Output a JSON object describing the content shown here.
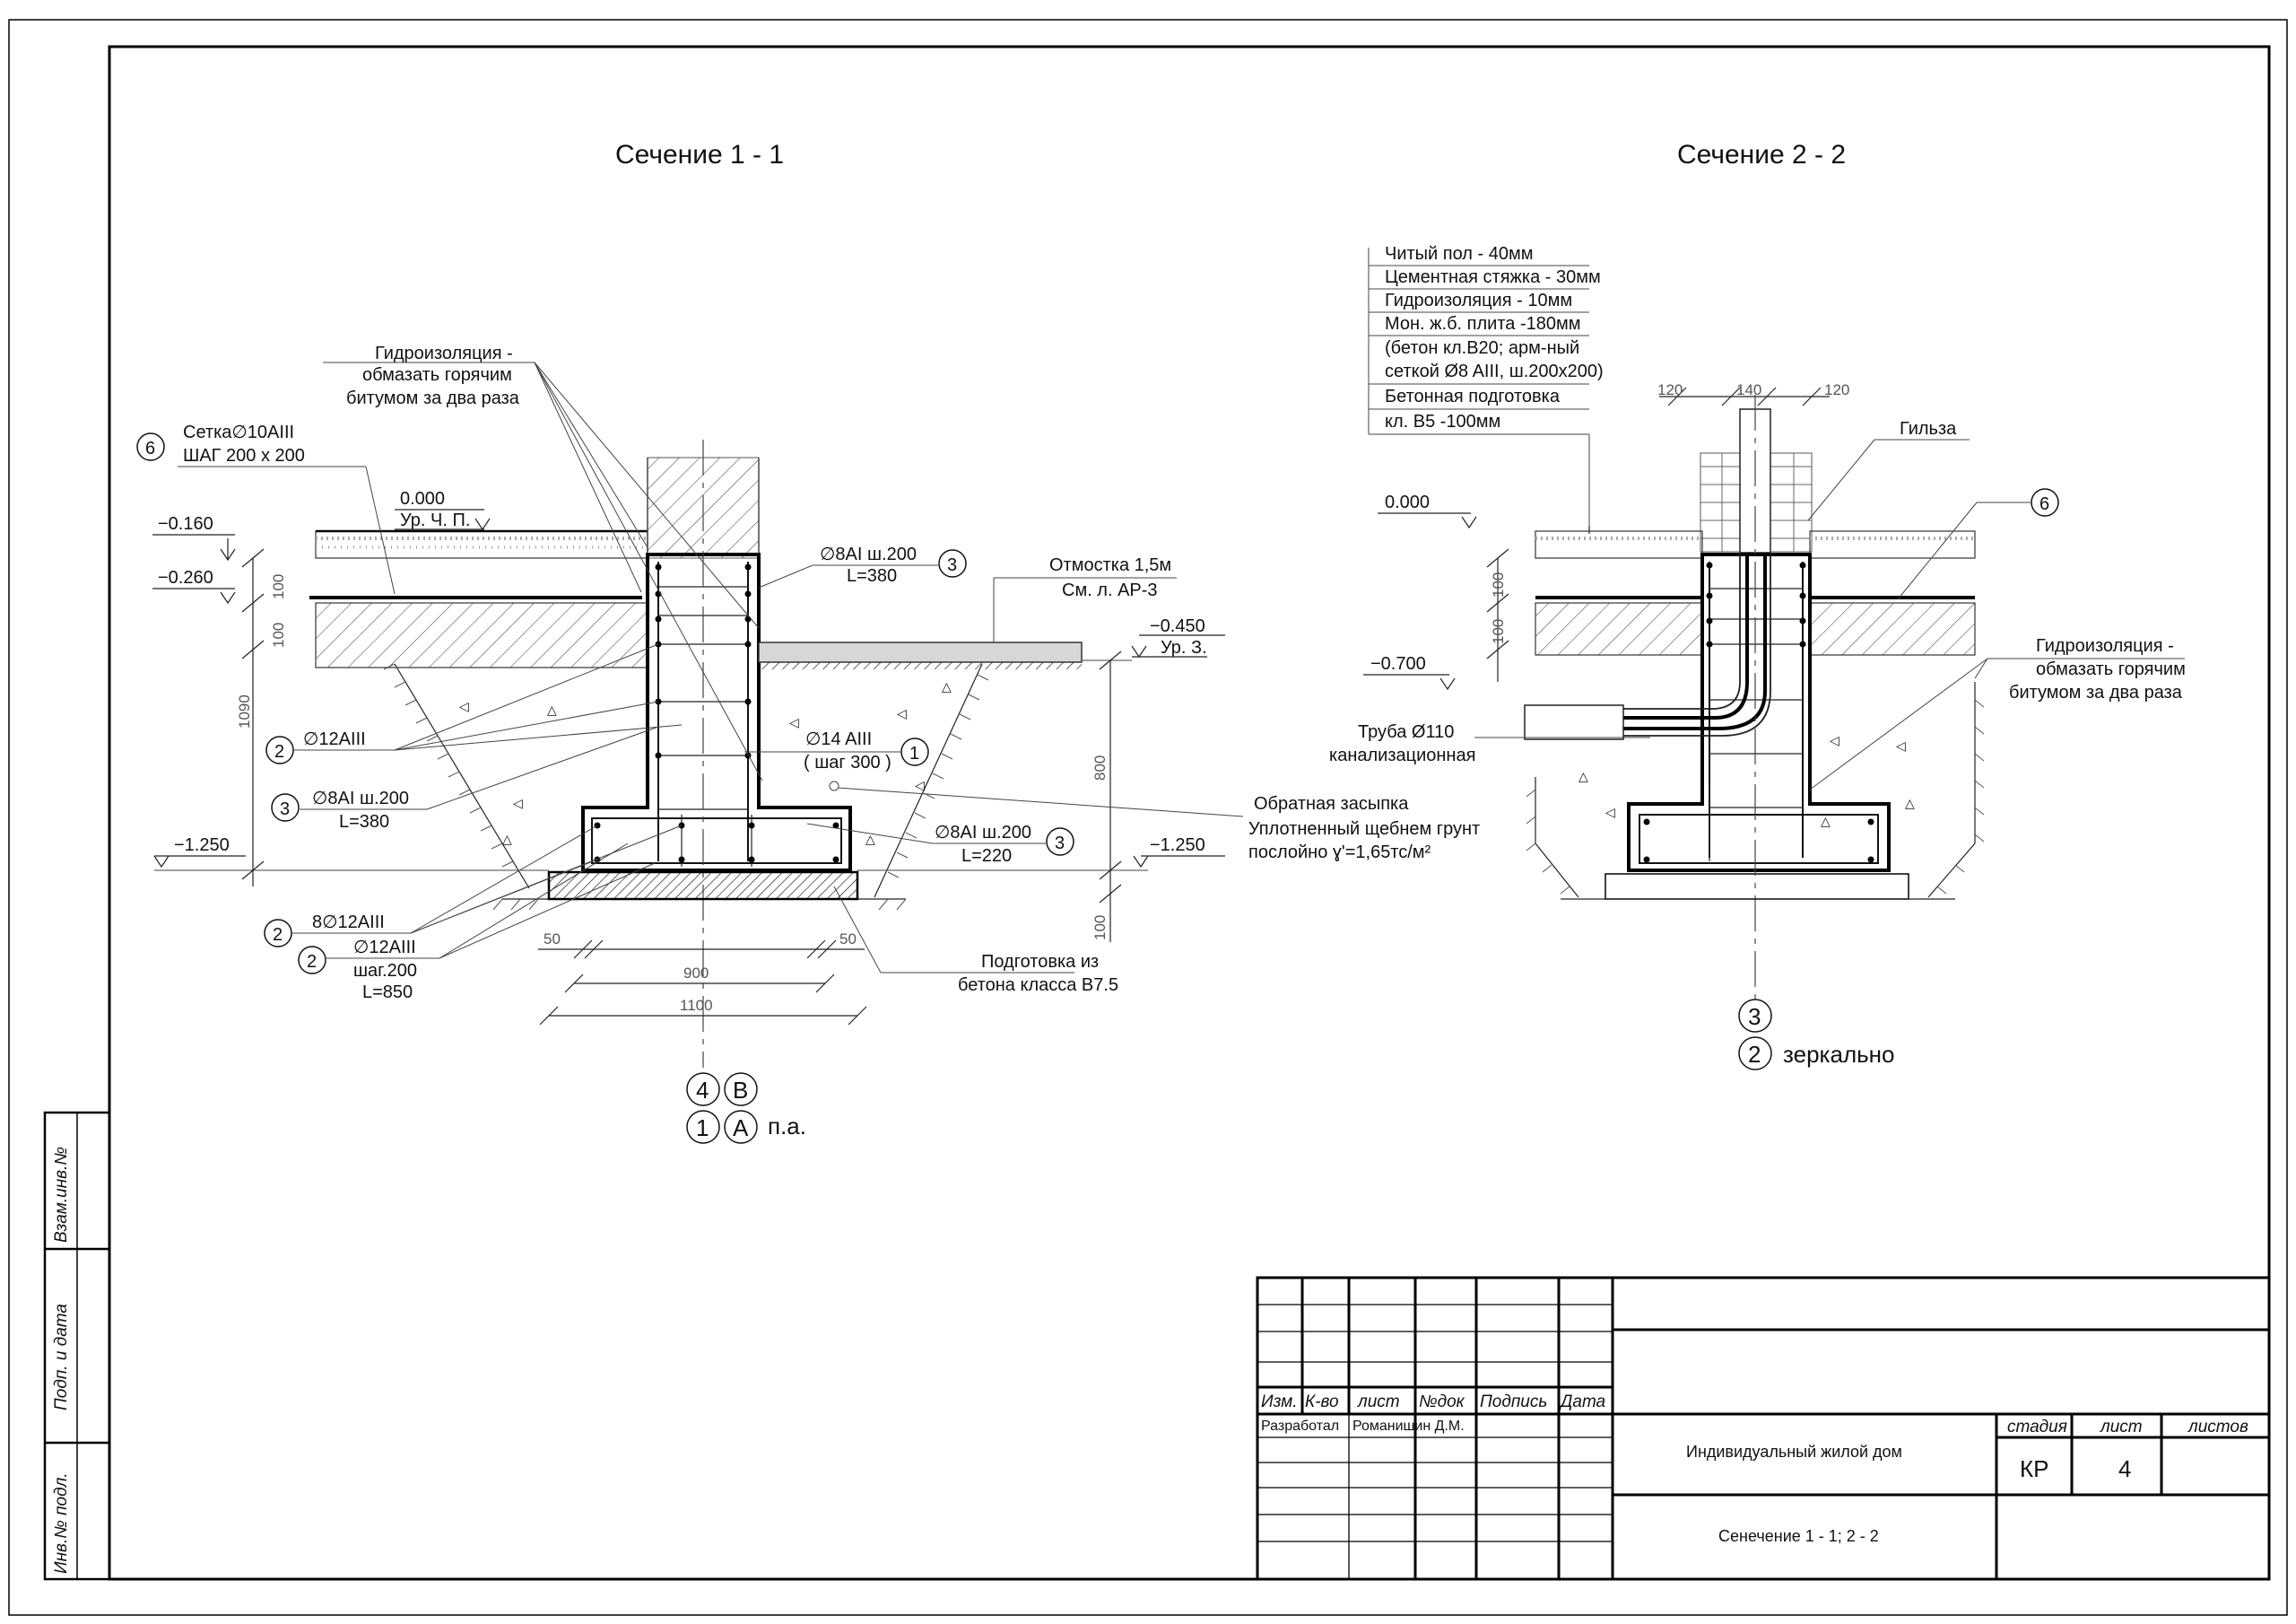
{
  "section1": {
    "title": "Сечение 1 - 1",
    "hydro": [
      "Гидроизоляция -",
      "обмазать горячим",
      "битумом за два раза"
    ],
    "mesh_num": "6",
    "mesh": [
      "Сетка∅10AIII",
      "ШАГ 200 х 200"
    ],
    "lvl_0": "0.000",
    "lvl_0_sub": "Ур. Ч. П.",
    "lvl_m0160": "−0.160",
    "lvl_m0260": "−0.260",
    "lvl_m0450": "−0.450",
    "lvl_m0450_sub": "Ур. З.",
    "lvl_m1250_left": "−1.250",
    "lvl_m1250_right": "−1.250",
    "rebar_top_num": "3",
    "rebar_top": [
      "∅8AI  ш.200",
      "L=380"
    ],
    "otmostka": [
      "Отмостка 1,5м",
      "См. л. АР-3"
    ],
    "r2a_num": "2",
    "r2a": "∅12AIII",
    "r1_num": "1",
    "r1": [
      "∅14 AIII",
      "( шаг 300 )"
    ],
    "r3a_num": "3",
    "r3a": [
      "∅8AI  ш.200",
      "L=380"
    ],
    "r3b_num": "3",
    "r3b": [
      "∅8AI  ш.200",
      "L=220"
    ],
    "backfill": [
      "Обратная засыпка",
      "Уплотненный щебнем грунт",
      "послойно ɣ'=1,65тс/м²"
    ],
    "r2b_num": "2",
    "r2b": "8∅12AIII",
    "r2c_num": "2",
    "r2c": [
      "∅12AIII",
      "шаг.200",
      "L=850"
    ],
    "prep": [
      "Подготовка из",
      "бетона класса В7.5"
    ],
    "dims": {
      "d100a": "100",
      "d100b": "100",
      "d1090": "1090",
      "d800": "800",
      "d100c": "100",
      "d50a": "50",
      "d50b": "50",
      "d900": "900",
      "d1100": "1100"
    },
    "refs": {
      "r4": "4",
      "rB": "В",
      "r1": "1",
      "rA": "А",
      "note": "п.а."
    }
  },
  "section2": {
    "title": "Сечение 2 - 2",
    "layers": [
      "Читый пол - 40мм",
      "Цементная стяжка - 30мм",
      "Гидроизоляция  - 10мм",
      "Мон. ж.б. плита  -180мм",
      "(бетон кл.В20; арм-ный",
      "сеткой Ø8 AIII, ш.200х200)",
      "Бетонная подготовка",
      "кл.   В5                   -100мм"
    ],
    "dims": {
      "d120a": "120",
      "d140": "140",
      "d120b": "120",
      "d100a": "100",
      "d100b": "100"
    },
    "gilza": "Гильза",
    "num6": "6",
    "lvl_0": "0.000",
    "lvl_m0700": "−0.700",
    "hydro": [
      "Гидроизоляция -",
      "обмазать горячим",
      "битумом за два раза"
    ],
    "pipe": [
      "Труба Ø110",
      "канализационная"
    ],
    "refs": {
      "r3": "3",
      "r2": "2",
      "note": "зеркально"
    }
  },
  "stamp": {
    "headers": [
      "Изм.",
      "К-во",
      "лист",
      "№док",
      "Подпись",
      "Дата"
    ],
    "dev_role": "Разработал",
    "dev_name": "Романишин Д.М.",
    "project": "Индивидуальный  жилой  дом",
    "sheet_title": "Сенечение 1 - 1; 2 - 2",
    "col_stage": "стадия",
    "col_sheet": "лист",
    "col_sheets": "листов",
    "stage": "КР",
    "sheet": "4"
  },
  "side": [
    "Взам.инв.№",
    "Подп. и дата",
    "Инв.№ подл."
  ]
}
